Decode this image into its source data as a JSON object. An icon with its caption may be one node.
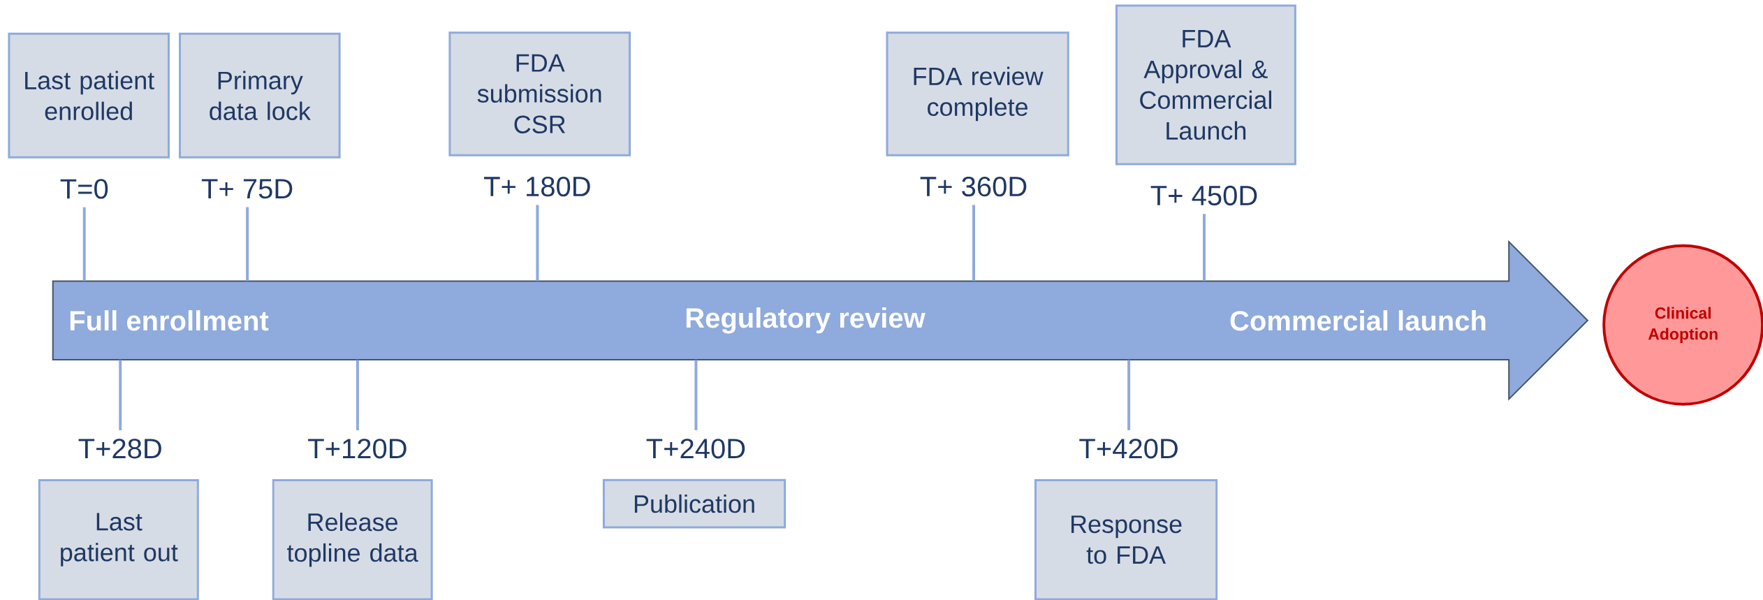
{
  "diagram": {
    "nodes": [
      {
        "text": [
          "Last patient enrolled"
        ],
        "beside": [
          "T=0"
        ]
      },
      {
        "text": [
          "Primary data lock"
        ],
        "beside": [
          "T+ 75D"
        ]
      },
      {
        "text": [
          "FDA submission CSR"
        ],
        "beside": [
          "T+ 180D"
        ]
      },
      {
        "text": [
          "FDA review complete"
        ],
        "beside": [
          "T+ 360D"
        ]
      },
      {
        "text": [
          "FDA Approval & Commercial Launch"
        ],
        "beside": [
          "T+ 450D"
        ]
      },
      {
        "text": [
          "Full enrollment",
          "Regulatory review",
          "Commercial launch"
        ]
      },
      {
        "text": [
          "Clinical Adoption"
        ]
      },
      {
        "text": [
          "Last patient out"
        ],
        "beside": [
          "T+28D"
        ]
      },
      {
        "text": [
          "Release topline data"
        ],
        "beside": [
          "T+120D"
        ]
      },
      {
        "text": [
          "Publication"
        ],
        "beside": [
          "T+240D"
        ]
      },
      {
        "text": [
          "Response to FDA"
        ],
        "beside": [
          "T+420D"
        ]
      }
    ],
    "edges": [
      {
        "from": 0,
        "to": 5,
        "arrow": "none"
      },
      {
        "from": 1,
        "to": 5,
        "arrow": "none"
      },
      {
        "from": 2,
        "to": 5,
        "arrow": "none"
      },
      {
        "from": 3,
        "to": 5,
        "arrow": "none"
      },
      {
        "from": 4,
        "to": 5,
        "arrow": "none"
      },
      {
        "from": 7,
        "to": 5,
        "arrow": "none"
      },
      {
        "from": 8,
        "to": 5,
        "arrow": "none"
      },
      {
        "from": 9,
        "to": 5,
        "arrow": "none"
      },
      {
        "from": 10,
        "to": 5,
        "arrow": "none"
      }
    ]
  }
}
